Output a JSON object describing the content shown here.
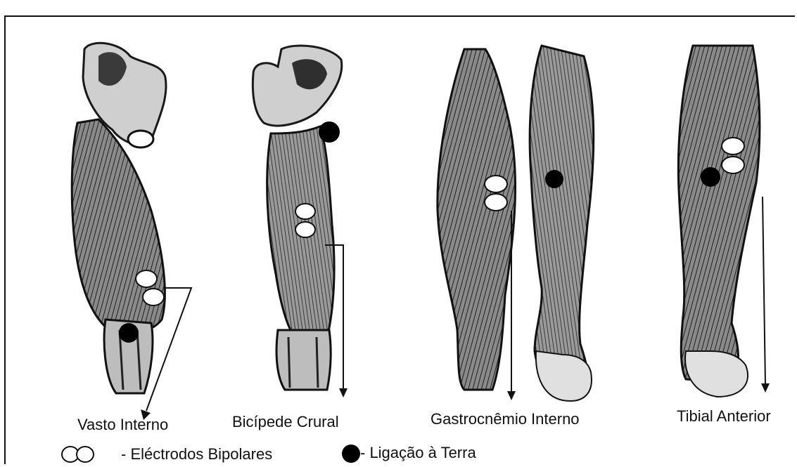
{
  "labels": {
    "vasto": "Vasto Interno",
    "bicipede": "Bicípede Crural",
    "gastro": "Gastrocnêmio Interno",
    "tibial": "Tibial Anterior"
  },
  "legend": {
    "electrodes": "- Eléctrodos Bipolares",
    "ground": "- Ligação à Terra"
  },
  "colors": {
    "ink": "#111111",
    "muscle_dark": "#2b2b2b",
    "muscle_mid": "#6a6a6a",
    "bone_light": "#d9d9d9",
    "electrode_fill": "#ffffff",
    "ground_fill": "#000000"
  }
}
